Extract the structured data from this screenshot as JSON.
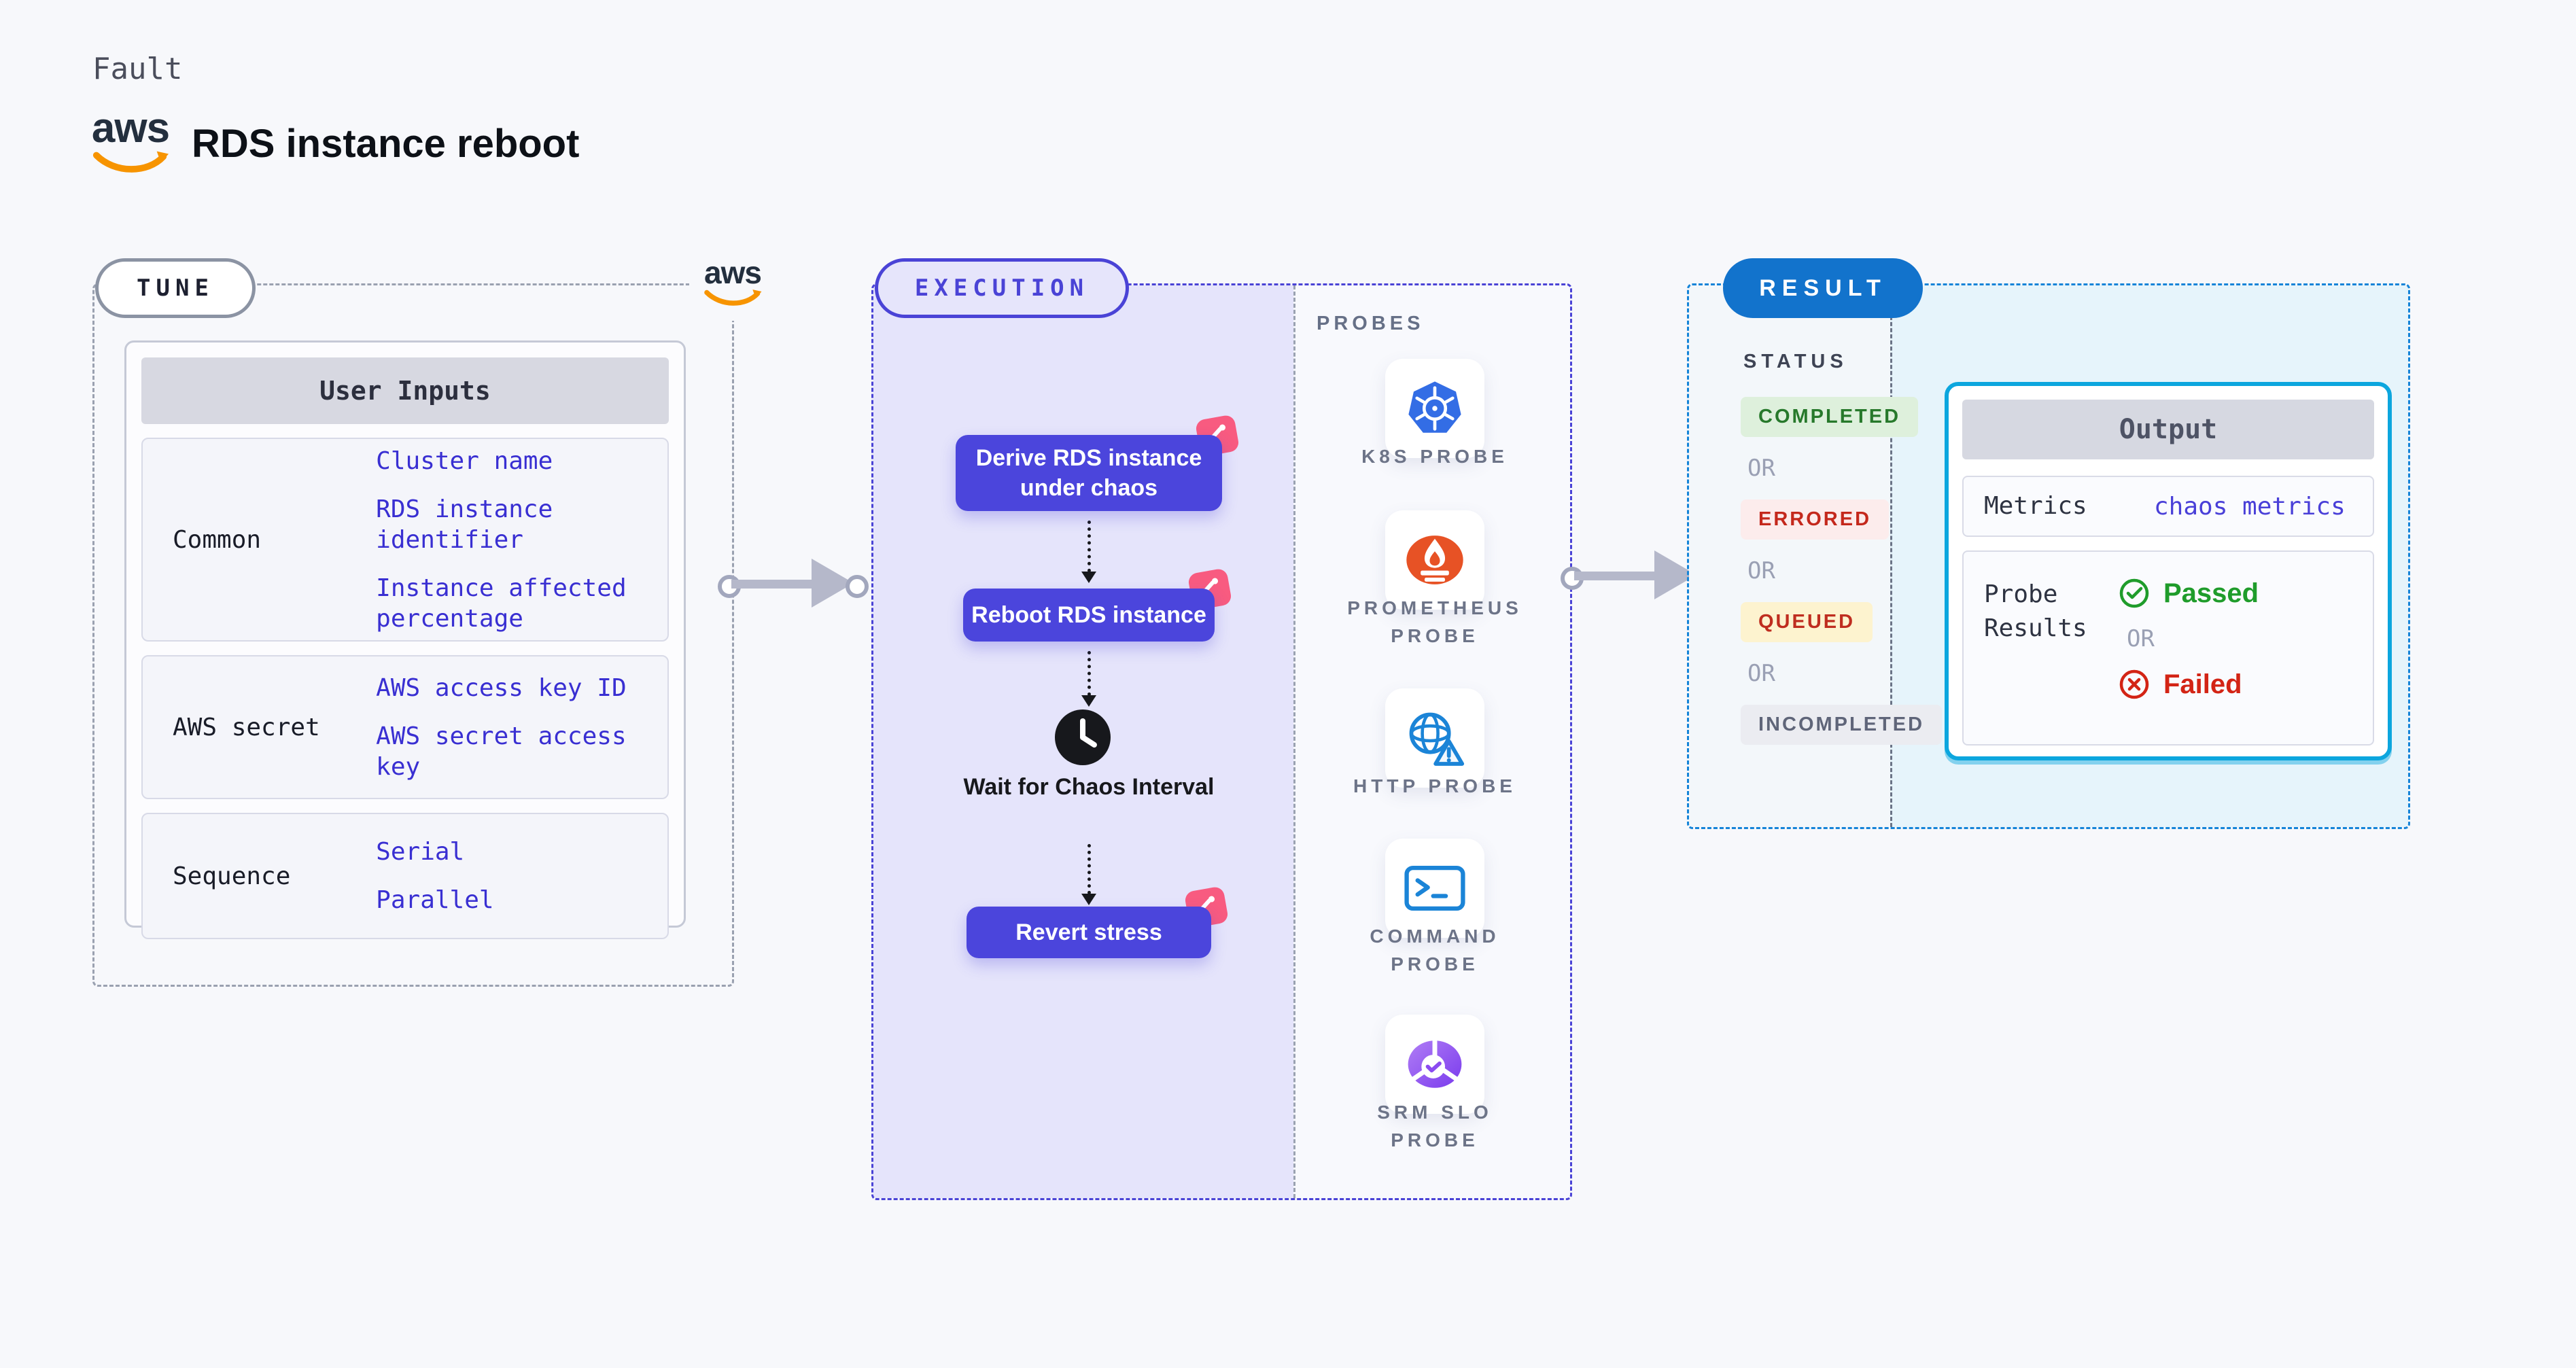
{
  "header": {
    "eyebrow": "Fault",
    "title": "RDS instance reboot",
    "aws_logo_text": "aws"
  },
  "tune": {
    "pill": "TUNE",
    "table_header": "User Inputs",
    "rows": [
      {
        "label": "Common",
        "values": [
          "Cluster name",
          "RDS instance identifier",
          "Instance affected percentage"
        ]
      },
      {
        "label": "AWS secret",
        "values": [
          "AWS access key ID",
          "AWS secret access key"
        ]
      },
      {
        "label": "Sequence",
        "values": [
          "Serial",
          "Parallel"
        ]
      }
    ]
  },
  "execution": {
    "pill": "EXECUTION",
    "nodes": [
      {
        "label": "Derive RDS instance under chaos"
      },
      {
        "label": "Reboot RDS instance"
      },
      {
        "label": "Revert stress"
      }
    ],
    "wait_label": "Wait for Chaos Interval"
  },
  "probes": {
    "section_label": "PROBES",
    "items": [
      {
        "name": "k8s-probe",
        "label": "K8S PROBE"
      },
      {
        "name": "prometheus-probe",
        "label": "PROMETHEUS PROBE"
      },
      {
        "name": "http-probe",
        "label": "HTTP PROBE"
      },
      {
        "name": "command-probe",
        "label": "COMMAND PROBE"
      },
      {
        "name": "srm-slo-probe",
        "label": "SRM SLO PROBE"
      }
    ]
  },
  "result": {
    "pill": "RESULT",
    "status_label": "STATUS",
    "or_label": "OR",
    "statuses": [
      {
        "label": "COMPLETED",
        "type": "completed",
        "bg": "#def0dc",
        "fg": "#27792b"
      },
      {
        "label": "ERRORED",
        "type": "errored",
        "bg": "#fcecec",
        "fg": "#c4281c"
      },
      {
        "label": "QUEUED",
        "type": "queued",
        "bg": "#fdf3cf",
        "fg": "#bf2d1f"
      },
      {
        "label": "INCOMPLETED",
        "type": "incompleted",
        "bg": "#ebecf1",
        "fg": "#5f6579"
      }
    ],
    "output": {
      "header": "Output",
      "metrics_label": "Metrics",
      "metrics_value": "chaos metrics",
      "probe_results_label": "Probe Results",
      "or_label": "OR",
      "passed_label": "Passed",
      "failed_label": "Failed"
    }
  },
  "colors": {
    "page_bg": "#f7f8fb",
    "indigo_node": "#4b45dc",
    "execution_fill": "#e5e4fb",
    "execution_border": "#4a43d6",
    "result_border": "#1584d8",
    "result_pill_bg": "#1273cc",
    "result_fill": "#e6f4fb",
    "output_border": "#0ca6de",
    "link_blue": "#392fd2",
    "passed_green": "#1f9c2b",
    "failed_red": "#d32415",
    "aws_orange": "#f79400",
    "litmus_pink": "#f85b80"
  }
}
